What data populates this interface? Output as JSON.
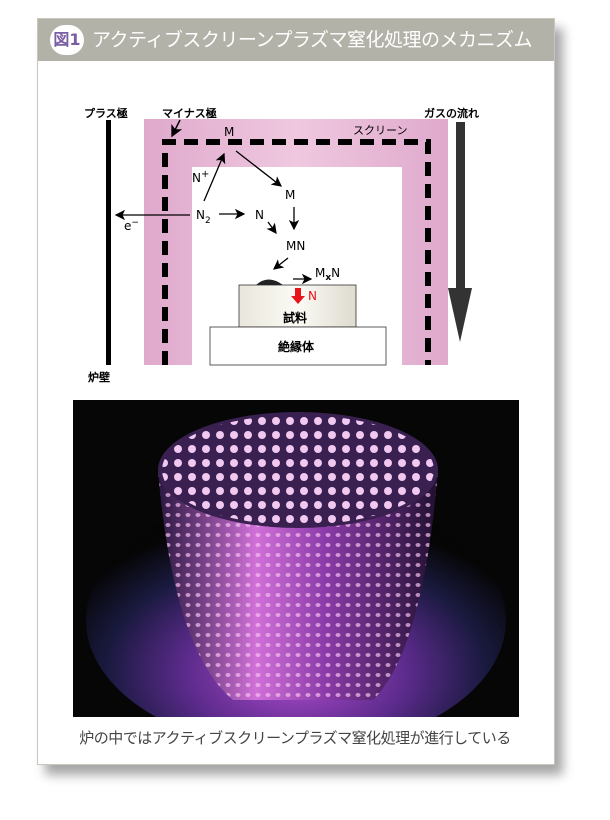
{
  "header": {
    "badge": "図1",
    "title": "アクティブスクリーンプラズマ窒化処理のメカニズム"
  },
  "diagram": {
    "plus_pole": "プラス極",
    "minus_pole": "マイナス極",
    "gas_flow": "ガスの流れ",
    "screen": "スクリーン",
    "furnace_wall": "炉壁",
    "specimen": "試料",
    "insulator": "絶縁体",
    "species": {
      "m_top": "M",
      "n_plus": "N",
      "n_plus_sup": "+",
      "n2": "N",
      "n2_sub": "2",
      "electron": "e",
      "electron_sup": "−",
      "n": "N",
      "m": "M",
      "mn": "MN",
      "mxn_m": "M",
      "mxn_x": "x",
      "mxn_n": "N",
      "n_red": "N"
    }
  },
  "colors": {
    "header": "#b3b2a8",
    "pink": "#e3b3d2",
    "red": "#e8141c",
    "badge_text": "#7a5ea6"
  },
  "caption": "炉の中ではアクティブスクリーンプラズマ窒化処理が進行している"
}
